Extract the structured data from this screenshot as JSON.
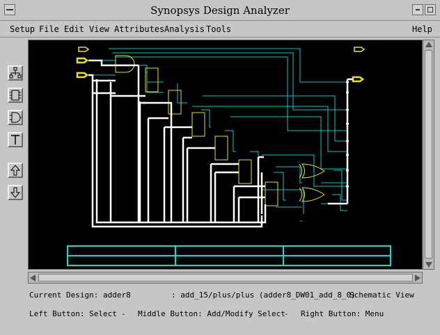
{
  "window": {
    "title": "Synopsys Design Analyzer"
  },
  "menubar": {
    "setup": "Setup",
    "file": "File",
    "edit": "Edit",
    "view": "View",
    "attributes": "Attributes",
    "analysis": "Analysis",
    "tools": "Tools",
    "help": "Help"
  },
  "toolbar": {
    "icons": [
      "hierarchy-icon",
      "chip-icon",
      "gate-icon",
      "text-icon",
      "up-arrow-icon",
      "down-arrow-icon"
    ]
  },
  "status": {
    "current_design": "Current Design: adder8",
    "instance": ": add_15/plus/plus (adder8_DW01_add_8_0)",
    "view": "Schematic View",
    "left_button": "Left Button: Select",
    "middle_button": "Middle Button: Add/Modify Select",
    "right_button": "Right Button: Menu",
    "separator": "-"
  },
  "colors": {
    "canvas_bg": "#000000",
    "wire": "#00cccc",
    "cell_outline": "#e8e800",
    "bus": "#ffffff",
    "table_border": "#00e0e0"
  }
}
